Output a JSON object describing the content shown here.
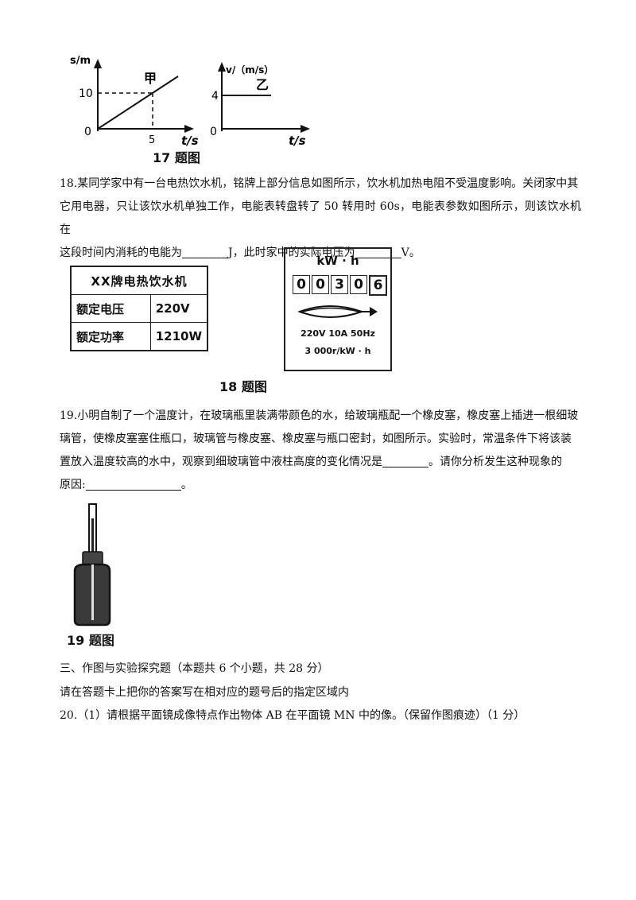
{
  "q17": {
    "graph_left": {
      "ylabel": "s/m",
      "xlabel": "t/s",
      "origin": "0",
      "ytick": "10",
      "xtick": "5",
      "series": "甲"
    },
    "graph_right": {
      "ylabel": "v/（m/s）",
      "xlabel": "t/s",
      "origin": "0",
      "ytick": "4",
      "series": "乙"
    },
    "caption": "17 题图"
  },
  "q18": {
    "line1": "18.某同学家中有一台电热饮水机，铭牌上部分信息如图所示，饮水机加热电阻不受温度影响。关闭家中其",
    "line2": "它用电器，只让该饮水机单独工作，电能表转盘转了 50 转用时 60s，电能表参数如图所示，则该饮水机在",
    "line3_a": "这段时间内消耗的电能为",
    "line3_b": "J，此时家中的实际电压为",
    "line3_c": "V。",
    "nameplate": {
      "title": "XX牌电热饮水机",
      "rows": [
        {
          "label": "额定电压",
          "value": "220V"
        },
        {
          "label": "额定功率",
          "value": "1210W"
        }
      ]
    },
    "meter": {
      "unit": "kW · h",
      "digits": [
        "0",
        "0",
        "3",
        "0",
        "6"
      ],
      "spec1": "220V 10A 50Hz",
      "spec2": "3 000r/kW · h"
    },
    "caption": "18 题图"
  },
  "q19": {
    "line1": "19.小明自制了一个温度计，在玻璃瓶里装满带颜色的水，给玻璃瓶配一个橡皮塞，橡皮塞上插进一根细玻",
    "line2": "璃管，使橡皮塞塞住瓶口，玻璃管与橡皮塞、橡皮塞与瓶口密封，如图所示。实验时，常温条件下将该装",
    "line3_a": "置放入温度较高的水中，观察到细玻璃管中液柱高度的变化情况是",
    "line3_b": "。请你分析发生这种现象的",
    "line4_a": "原因:",
    "line4_b": "。",
    "caption": "19 题图"
  },
  "section3": {
    "title": "三、作图与实验探究题（本题共 6 个小题，共 28 分）",
    "note": "请在答题卡上把你的答案写在相对应的题号后的指定区域内"
  },
  "q20": {
    "text": "20.（1）请根据平面镜成像特点作出物体 AB 在平面镜 MN 中的像。（保留作图痕迹）（1 分）"
  }
}
